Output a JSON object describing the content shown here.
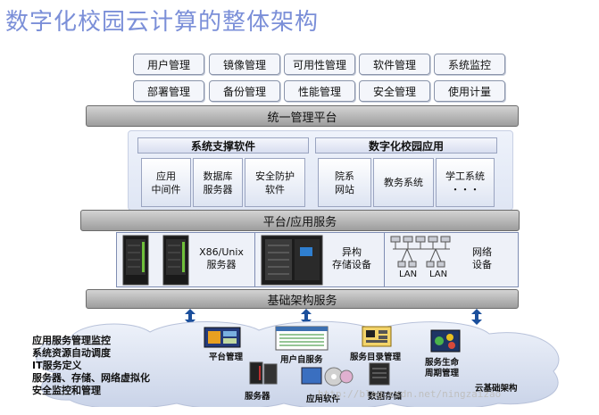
{
  "title": "数字化校园云计算的整体架构",
  "management_modules": {
    "row1": [
      "用户管理",
      "镜像管理",
      "可用性管理",
      "软件管理",
      "系统监控"
    ],
    "row2": [
      "部署管理",
      "备份管理",
      "性能管理",
      "安全管理",
      "使用计量"
    ]
  },
  "layers": {
    "management_platform": "统一管理平台",
    "platform_services": "平台/应用服务",
    "infrastructure_services": "基础架构服务"
  },
  "support_software": {
    "header": "系统支撑软件",
    "items": [
      "应用\n中间件",
      "数据库\n服务器",
      "安全防护\n软件"
    ]
  },
  "campus_apps": {
    "header": "数字化校园应用",
    "items": [
      "院系\n网站",
      "教务系统",
      "学工系统\n・・・"
    ]
  },
  "resources": {
    "servers": "X86/Unix\n服务器",
    "storage": "异构\n存储设备",
    "network": "网络\n设备",
    "lan_labels": [
      "LAN",
      "LAN"
    ]
  },
  "cloud_list": [
    "应用服务管理监控",
    "系统资源自动调度",
    "IT服务定义",
    "服务器、存储、网络虚拟化",
    "安全监控和管理"
  ],
  "cloud_items": {
    "platform_mgmt": "平台管理",
    "user_self_service": "用户自服务",
    "service_catalog": "服务目录管理",
    "lifecycle": "服务生命\n周期管理",
    "servers": "服务器",
    "app_software": "应用软件",
    "data_storage": "数据存储",
    "cloud_infra": "云基础架构"
  },
  "watermark": "http://blog.csdn.net/ningzaizao"
}
